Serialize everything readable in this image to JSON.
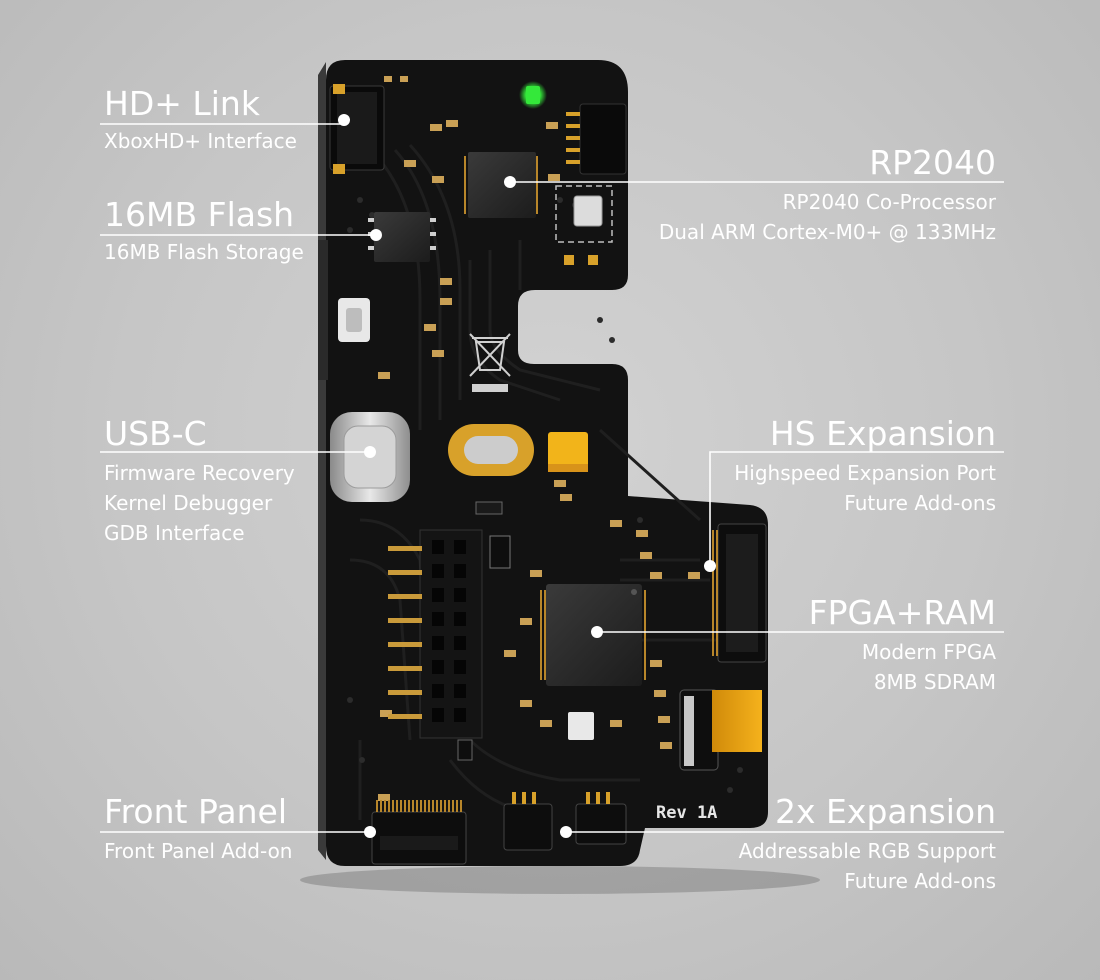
{
  "callouts": {
    "hd_link": {
      "title": "HD+ Link",
      "lines": [
        "XboxHD+ Interface"
      ]
    },
    "flash": {
      "title": "16MB Flash",
      "lines": [
        "16MB Flash Storage"
      ]
    },
    "usbc": {
      "title": "USB-C",
      "lines": [
        "Firmware Recovery",
        "Kernel Debugger",
        "GDB Interface"
      ]
    },
    "front_panel": {
      "title": "Front Panel",
      "lines": [
        "Front Panel Add-on"
      ]
    },
    "rp2040": {
      "title": "RP2040",
      "lines": [
        "RP2040 Co-Processor",
        "Dual ARM Cortex-M0+ @ 133MHz"
      ]
    },
    "hs_expansion": {
      "title": "HS Expansion",
      "lines": [
        "Highspeed Expansion Port",
        "Future Add-ons"
      ]
    },
    "fpga": {
      "title": "FPGA+RAM",
      "lines": [
        "Modern FPGA",
        "8MB SDRAM"
      ]
    },
    "expansion2x": {
      "title": "2x Expansion",
      "lines": [
        "Addressable RGB Support",
        "Future Add-ons"
      ]
    }
  },
  "board": {
    "revision": "Rev 1A"
  },
  "colors": {
    "board": "#121212",
    "label": "#ffffff",
    "gold": "#d8a12a",
    "led": "#34e83a"
  }
}
